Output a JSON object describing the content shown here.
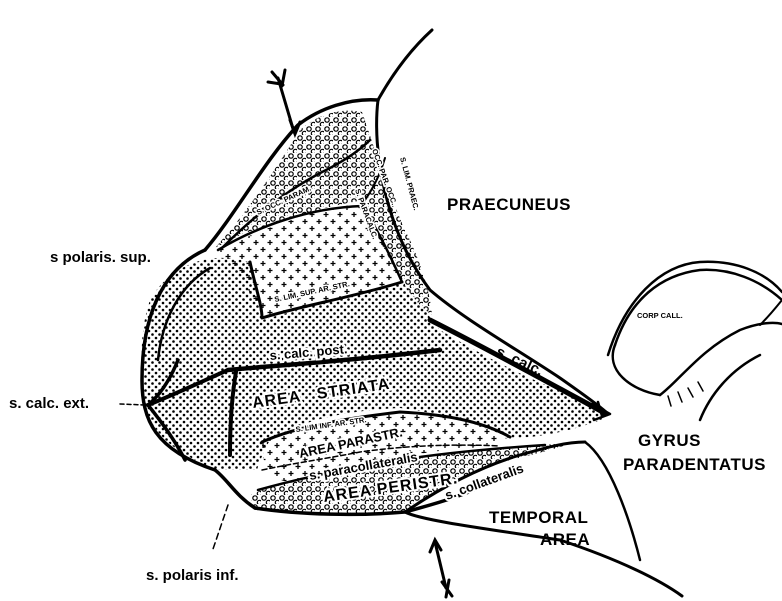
{
  "labels": {
    "praecuneus": "PRAECUNEUS",
    "s_polaris_sup": "s polaris. sup.",
    "s_calc_ext": "s. calc. ext.",
    "s_polaris_inf": "s. polaris inf.",
    "s_calc": "s. calc.",
    "corp_call": "CORP CALL.",
    "gyrus": "GYRUS",
    "paradentatus": "PARADENTATUS",
    "temporal": "TEMPORAL",
    "area": "AREA",
    "s_occ_param": "S. OCC. PARAM.",
    "s_paracalc": "S. PARACALC.",
    "s_occ_par_occ": "OCC. PAR. OCC.",
    "s_lim_praec": "S. LIM. PRAEC.",
    "s_lim_sup": "S. LIM. SUP. AR. STR.",
    "s_calc_post": "s. calc. post.",
    "area_striata": "AREA   STRIATA",
    "s_lim_inf": "S. LIM INF. AR. STR.",
    "area_parastr": "AREA PARASTR.",
    "s_paracollateralis": "s. paracollateralis",
    "area_peristr": "AREA PERISTR.",
    "s_collateralis": "s. collateralis"
  },
  "colors": {
    "ink": "#000000",
    "paper": "#ffffff"
  }
}
